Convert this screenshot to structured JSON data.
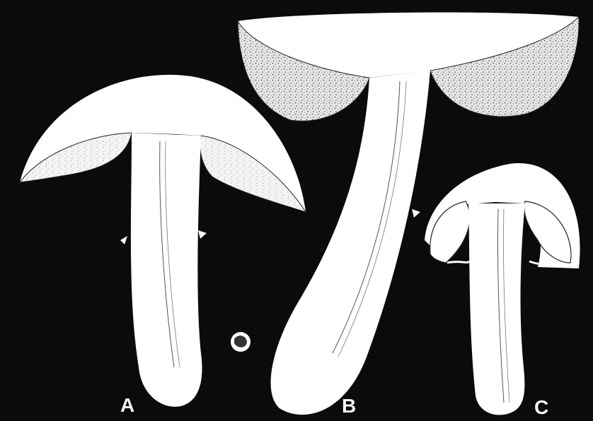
{
  "figure": {
    "labels": {
      "a": "A",
      "b": "B",
      "c": "C"
    },
    "colors": {
      "background": "#0b0b0b",
      "flesh": "#ffffff",
      "gills": "#d9d9d9",
      "line": "#111111"
    }
  }
}
